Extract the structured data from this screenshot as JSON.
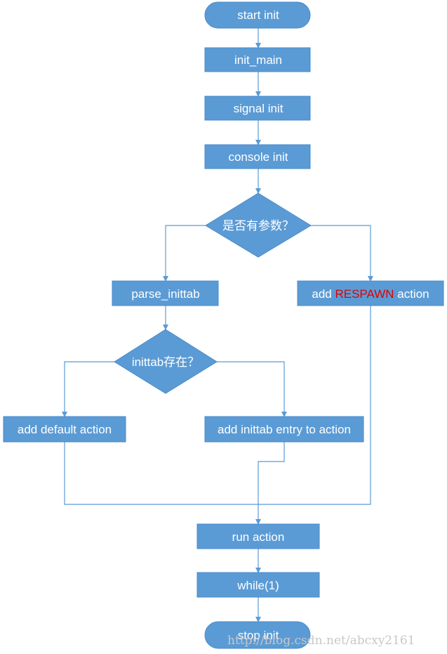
{
  "nodes": {
    "start": "start init",
    "init_main": "init_main",
    "signal_init": "signal init",
    "console_init": "console init",
    "has_params": "是否有参数？",
    "parse_inittab": "parse_inittab",
    "add_respawn_prefix": "add ",
    "add_respawn_keyword": "RESPAWN",
    "add_respawn_suffix": " action",
    "inittab_exists": "inittab存在？",
    "add_default": "add default action",
    "add_entry": "add inittab entry to action",
    "run_action": "run action",
    "while_loop": "while(1)",
    "stop": "stop init"
  },
  "colors": {
    "node_fill": "#5b9bd5",
    "connector": "#5b9bd5",
    "node_text": "#ffffff",
    "highlight": "#e00000",
    "watermark": "#c8c8c8"
  },
  "watermark": "http://blog.csdn.net/abcxy2161"
}
